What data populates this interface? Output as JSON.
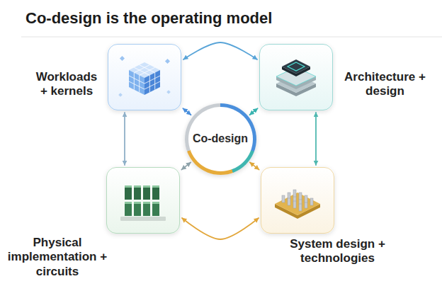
{
  "diagram": {
    "title": "Co-design is the operating model",
    "nodes": [
      {
        "text": [
          "Workloads + kernels"
        ]
      },
      {
        "text": [
          "Architecture + design"
        ]
      },
      {
        "text": [
          "Co-design"
        ]
      },
      {
        "text": [
          "Physical implementation + circuits"
        ]
      },
      {
        "text": [
          "System design + technologies"
        ]
      }
    ],
    "edges": [
      {
        "from": 0,
        "to": 1,
        "arrow": "both"
      },
      {
        "from": 0,
        "to": 2,
        "arrow": "both"
      },
      {
        "from": 1,
        "to": 2,
        "arrow": "both"
      },
      {
        "from": 2,
        "to": 3,
        "arrow": "both"
      },
      {
        "from": 2,
        "to": 4,
        "arrow": "both"
      },
      {
        "from": 3,
        "to": 4,
        "arrow": "both"
      },
      {
        "from": 0,
        "to": 3,
        "arrow": "both"
      },
      {
        "from": 1,
        "to": 4,
        "arrow": "both"
      }
    ]
  }
}
